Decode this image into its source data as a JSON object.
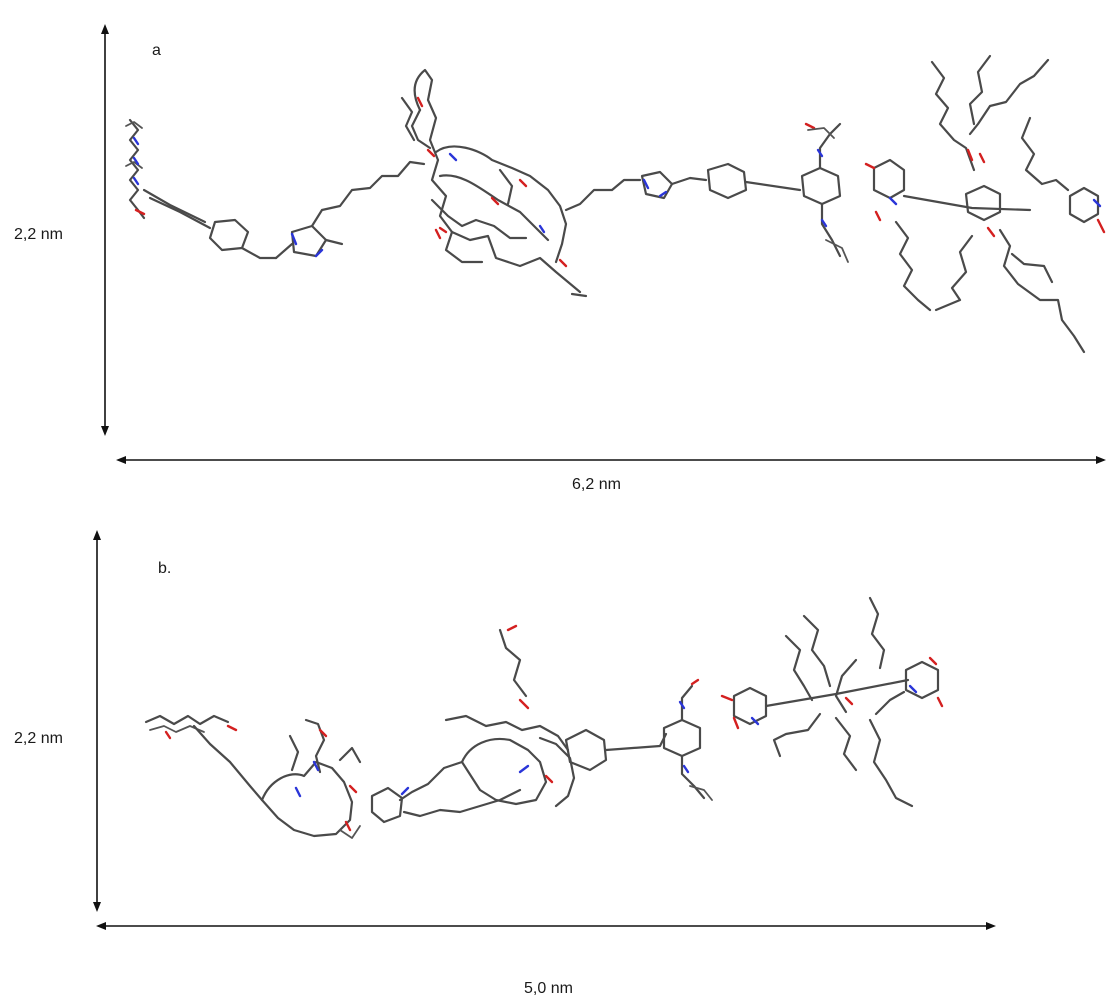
{
  "panels": [
    {
      "label": "a",
      "height_dimension": "2,2 nm",
      "width_dimension": "6,2 nm"
    },
    {
      "label": "b.",
      "height_dimension": "2,2 nm",
      "width_dimension": "5,0 nm"
    }
  ],
  "colors": {
    "bond": "#4a4a4a",
    "oxygen": "#d42020",
    "nitrogen": "#2a35d8",
    "axis": "#111111"
  }
}
